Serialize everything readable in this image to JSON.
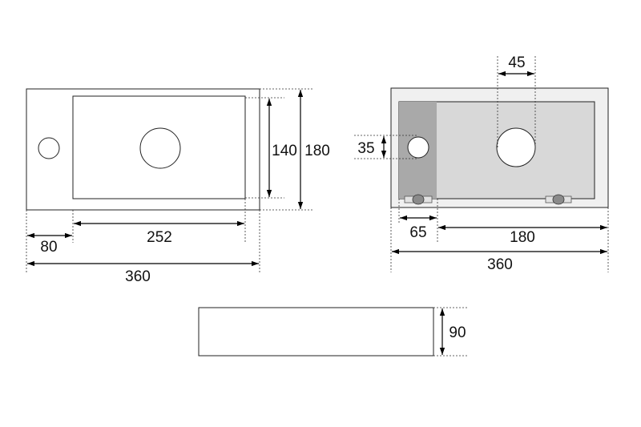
{
  "views": {
    "top": {
      "dim_80": "80",
      "dim_252": "252",
      "dim_360": "360",
      "dim_140": "140",
      "dim_180": "180"
    },
    "bottom": {
      "dim_45": "45",
      "dim_35": "35",
      "dim_65": "65",
      "dim_180": "180",
      "dim_360": "360"
    },
    "side": {
      "dim_90": "90"
    }
  },
  "colors": {
    "line": "#222222",
    "panel_fill": "#f0f0f0",
    "basin_fill": "#d8d8d8",
    "strip_fill": "#a9a9a9",
    "foot_fill": "#8a8a8a"
  }
}
